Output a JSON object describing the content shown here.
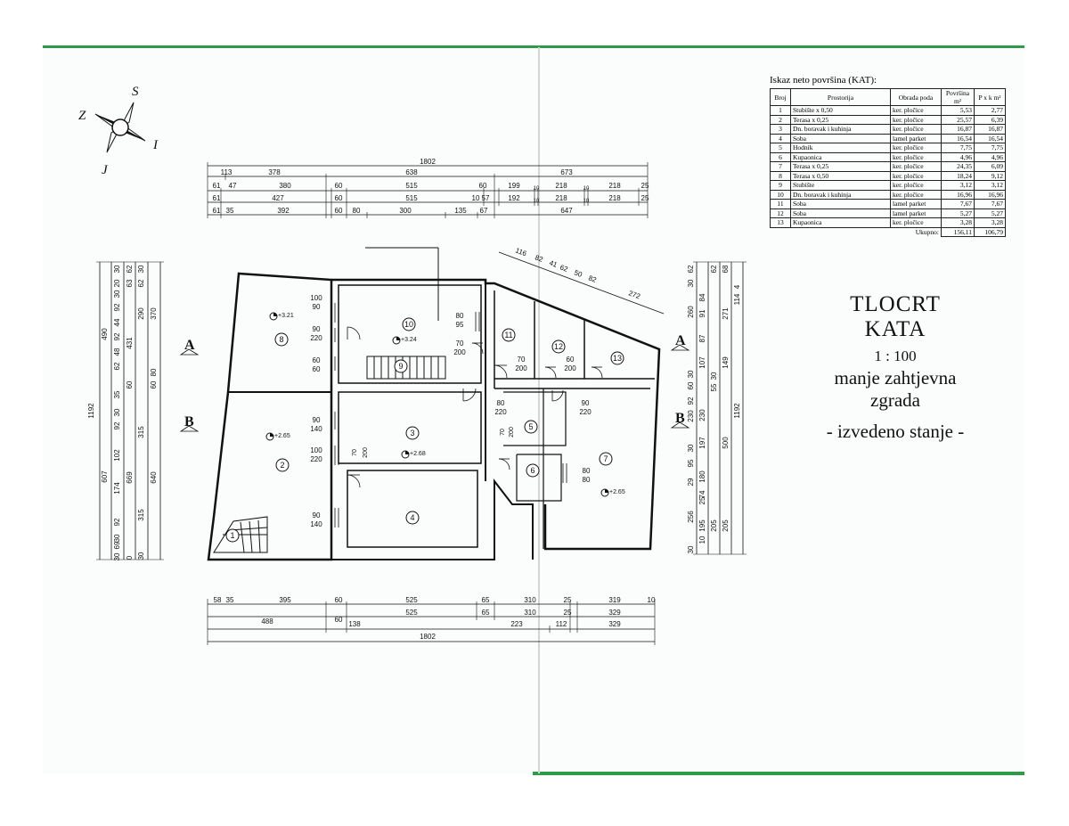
{
  "table": {
    "caption": "Iskaz neto površina (KAT):",
    "headers": [
      "Broj",
      "Prostorija",
      "Obrada poda",
      "Površina m²",
      "P x k m²"
    ],
    "rows": [
      [
        "1",
        "Stubište x 0,50",
        "ker. pločice",
        "5,53",
        "2,77"
      ],
      [
        "2",
        "Terasa x 0,25",
        "ker. pločice",
        "25,57",
        "6,39"
      ],
      [
        "3",
        "Dn. boravak i kuhinja",
        "ker. pločice",
        "16,87",
        "16,87"
      ],
      [
        "4",
        "Soba",
        "lamel parket",
        "16,54",
        "16,54"
      ],
      [
        "5",
        "Hodnik",
        "ker. pločice",
        "7,75",
        "7,75"
      ],
      [
        "6",
        "Kupaonica",
        "ker. pločice",
        "4,96",
        "4,96"
      ],
      [
        "7",
        "Terasa x 0,25",
        "ker. pločice",
        "24,35",
        "6,09"
      ],
      [
        "8",
        "Terasa x 0,50",
        "ker. pločice",
        "18,24",
        "9,12"
      ],
      [
        "9",
        "Stubište",
        "ker. pločice",
        "3,12",
        "3,12"
      ],
      [
        "10",
        "Dn. boravak i kuhinja",
        "ker. pločice",
        "16,96",
        "16,96"
      ],
      [
        "11",
        "Soba",
        "lamel parket",
        "7,67",
        "7,67"
      ],
      [
        "12",
        "Soba",
        "lamel parket",
        "5,27",
        "5,27"
      ],
      [
        "13",
        "Kupaonica",
        "ker. pločice",
        "3,28",
        "3,28"
      ]
    ],
    "total_label": "Ukupno:",
    "total_area": "156,11",
    "total_pk": "106,79"
  },
  "title": {
    "line1": "TLOCRT",
    "line2": "KATA",
    "scale": "1 : 100",
    "line4": "manje zahtjevna",
    "line5": "zgrada",
    "line6": "- izvedeno stanje -"
  },
  "compass": {
    "north": "S",
    "south": "J",
    "east": "I",
    "west": "Z"
  },
  "sections": {
    "a": "A",
    "b": "B"
  },
  "dims": {
    "top_total": "1802",
    "top_row1": [
      "113",
      "378",
      "638",
      "673"
    ],
    "top_row2": [
      "61",
      "47",
      "380",
      "60",
      "515",
      "60",
      "199",
      "10",
      "218",
      "10",
      "218",
      "25"
    ],
    "top_row3": [
      "61",
      "427",
      "60",
      "515",
      "10",
      "57",
      "192",
      "10",
      "218",
      "10",
      "218",
      "25"
    ],
    "top_row4": [
      "61",
      "35",
      "392",
      "60",
      "80",
      "300",
      "135",
      "67",
      "647"
    ],
    "bottom_row1": [
      "58",
      "35",
      "395",
      "60",
      "525",
      "65",
      "310",
      "25",
      "319",
      "10"
    ],
    "bottom_row2": [
      "525",
      "65",
      "310",
      "25",
      "329"
    ],
    "bottom_row3": [
      "488",
      "60",
      "138",
      "223",
      "112",
      "329"
    ],
    "bottom_total": "1802",
    "diag": [
      "116",
      "82",
      "41",
      "62",
      "50",
      "82",
      "272"
    ],
    "left_outer": [
      "1192"
    ],
    "left_col1": [
      "490",
      "607"
    ],
    "left_col2": [
      "30",
      "20",
      "30",
      "92",
      "44",
      "92",
      "48",
      "62",
      "35",
      "30",
      "92",
      "102",
      "174",
      "92",
      "30",
      "69",
      "30"
    ],
    "left_col3": [
      "62",
      "63",
      "431",
      "60",
      "669",
      "0"
    ],
    "left_col4": [
      "30",
      "62",
      "290",
      "370",
      "80",
      "60",
      "315",
      "640",
      "315",
      "30"
    ],
    "right_col1": [
      "62",
      "30",
      "84",
      "91",
      "87",
      "107",
      "30",
      "60",
      "92",
      "230",
      "197",
      "30",
      "95",
      "180",
      "29",
      "74",
      "25",
      "256",
      "195",
      "10",
      "30"
    ],
    "right_col2": [
      "260",
      "30",
      "55",
      "230",
      "205"
    ],
    "right_col3": [
      "62",
      "68",
      "271",
      "149",
      "500",
      "205"
    ],
    "right_col4": [
      "4",
      "114"
    ],
    "right_outer": [
      "1192"
    ]
  },
  "rooms": [
    "1",
    "2",
    "3",
    "4",
    "5",
    "6",
    "7",
    "8",
    "9",
    "10",
    "11",
    "12",
    "13"
  ],
  "levels": [
    "+3.21",
    "+3.24",
    "+2.65",
    "+2.68",
    "+2.65"
  ],
  "openings": [
    [
      "100",
      "90"
    ],
    [
      "90",
      "220"
    ],
    [
      "60",
      "60"
    ],
    [
      "80",
      "95"
    ],
    [
      "70",
      "200"
    ],
    [
      "70",
      "200"
    ],
    [
      "60",
      "200"
    ],
    [
      "90",
      "140"
    ],
    [
      "100",
      "220"
    ],
    [
      "70",
      "200"
    ],
    [
      "90",
      "140"
    ],
    [
      "80",
      "220"
    ],
    [
      "90",
      "220"
    ],
    [
      "70",
      "200"
    ],
    [
      "80",
      "80"
    ]
  ]
}
